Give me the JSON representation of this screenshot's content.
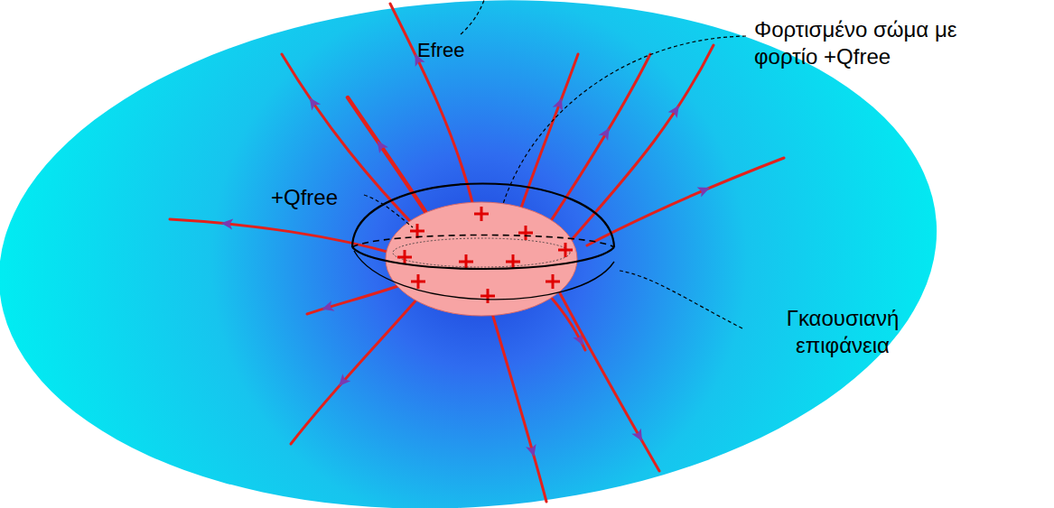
{
  "diagram": {
    "labels": [
      "Efree",
      "Φορτισμένο σώμα με φορτίο +Qfree",
      "+Qfree",
      "Γκαουσιανή επιφάνεια"
    ]
  }
}
